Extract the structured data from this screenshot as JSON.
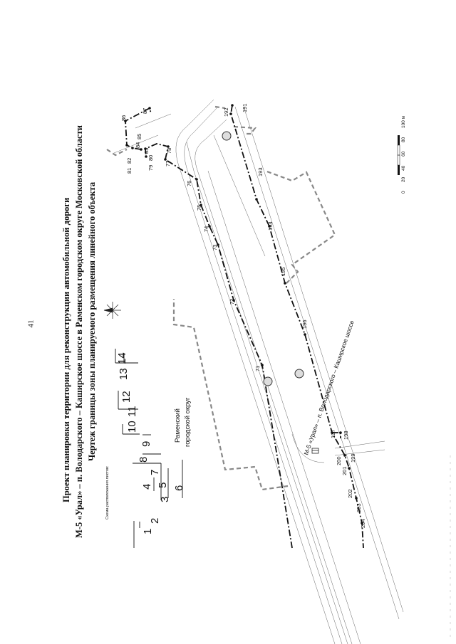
{
  "page_number": "41",
  "title_lines": [
    "Проект планировки территории для реконструкции автомобильной дороги",
    "М-5 «Урал» – п. Володарского – Каширское шоссе в Раменском городском округе Московской области",
    "Чертеж границы зоны планируемого размещения линейного объекта"
  ],
  "key_map": {
    "caption": "Схема расположения листов:",
    "sheets": [
      "1",
      "2",
      "3",
      "4",
      "5",
      "6",
      "7",
      "8",
      "9",
      "10",
      "11",
      "12",
      "13",
      "14"
    ]
  },
  "labels": {
    "district": [
      "Раменский",
      "городской округ"
    ],
    "road": "М-5 «Урал» – п. Володарского – Каширское шоссе"
  },
  "point_labels": [
    "71",
    "72",
    "73",
    "74",
    "75",
    "76",
    "77",
    "78",
    "79",
    "80",
    "81",
    "82",
    "83",
    "84",
    "85",
    "86",
    "87",
    "191",
    "192",
    "193",
    "194",
    "195",
    "196",
    "197",
    "198",
    "199",
    "200",
    "201",
    "202",
    "203",
    "204"
  ],
  "scale_bar": {
    "ticks": [
      "0",
      "20",
      "40",
      "60",
      "80",
      "100 м"
    ]
  }
}
